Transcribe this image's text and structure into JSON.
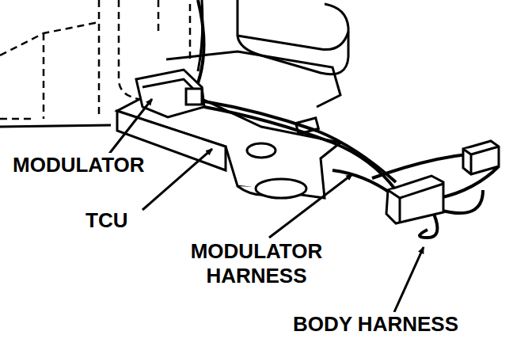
{
  "diagram": {
    "labels": [
      "MODULATOR",
      "TCU",
      "MODULATOR HARNESS",
      "BODY HARNESS"
    ]
  }
}
